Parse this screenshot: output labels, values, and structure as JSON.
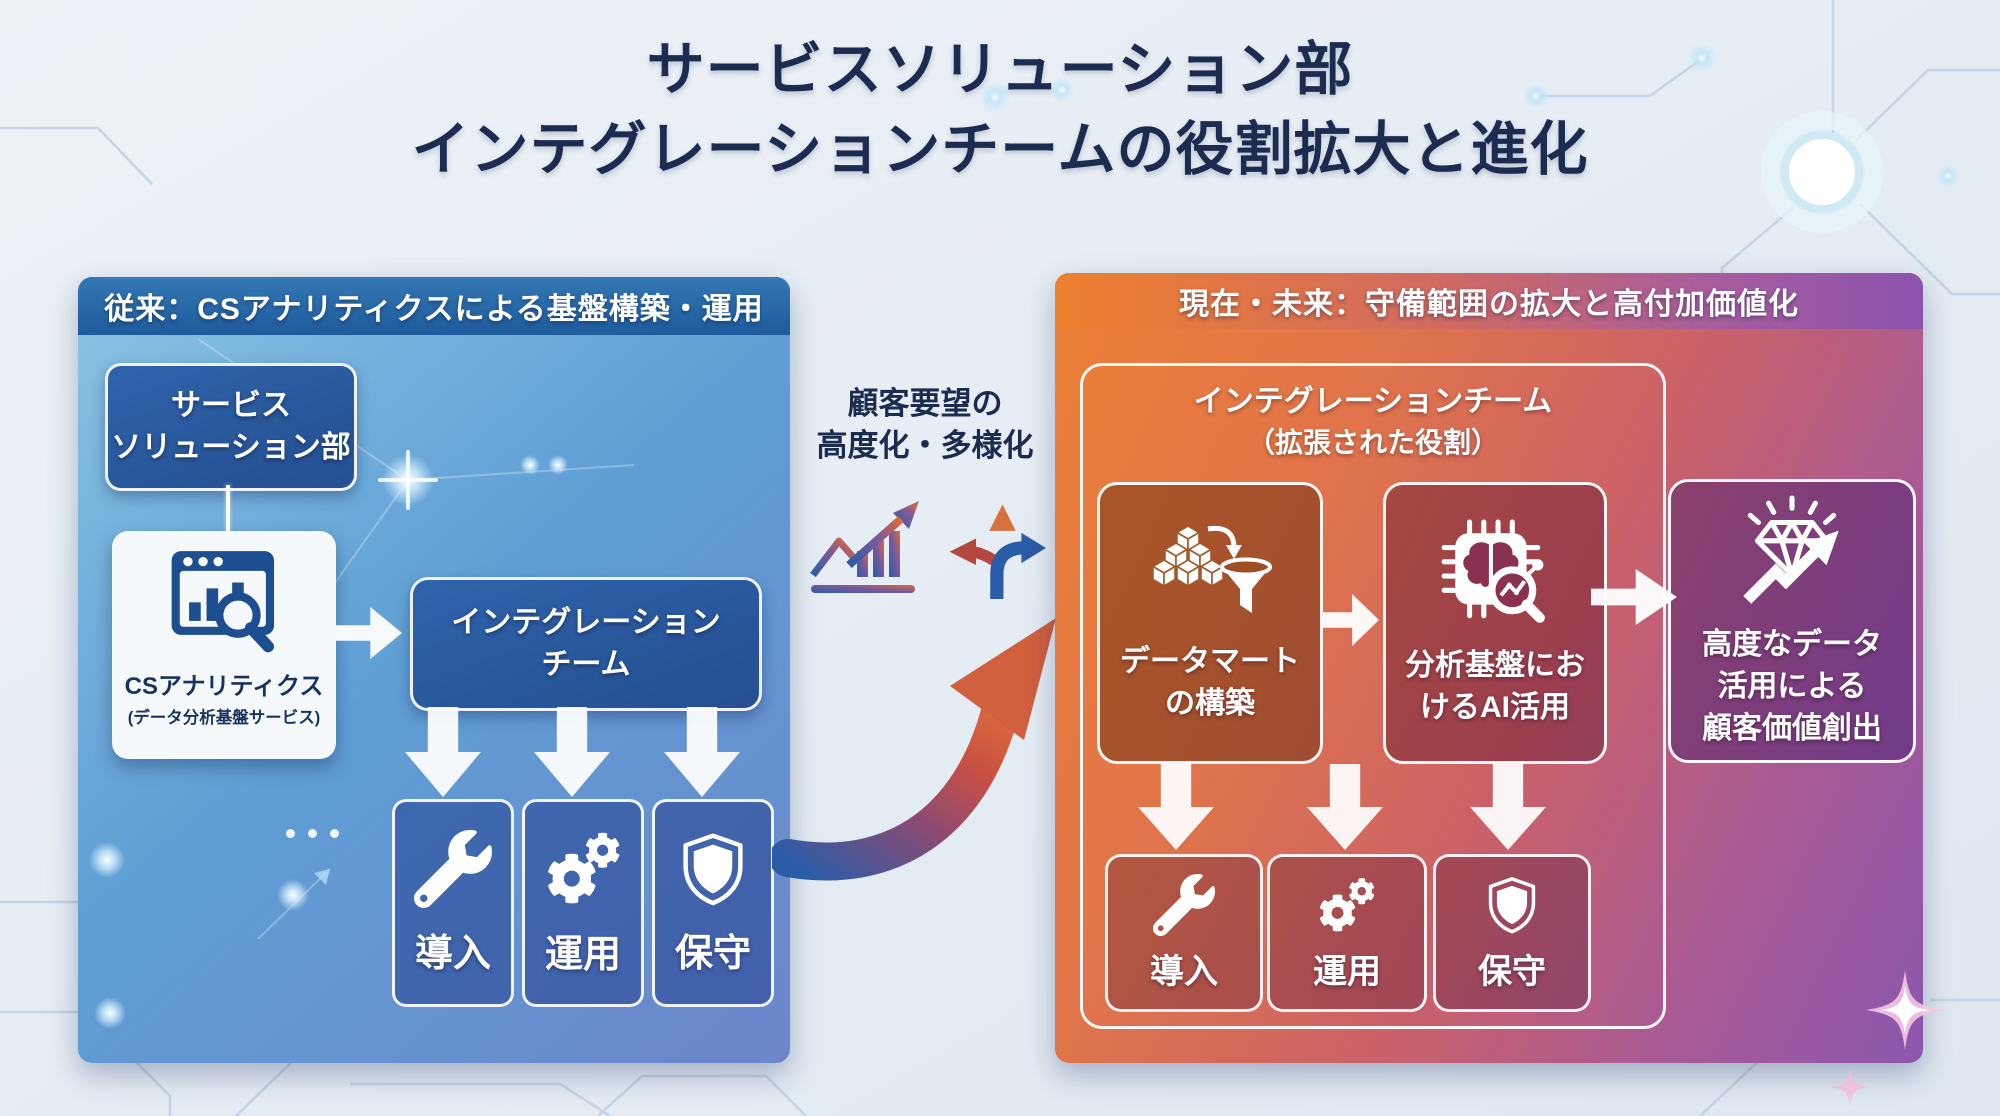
{
  "title": {
    "line1": "サービスソリューション部",
    "line2": "インテグレーションチームの役割拡大と進化"
  },
  "left_panel": {
    "header": "従来：CSアナリティクスによる基盤構築・運用",
    "dept_box": {
      "line1": "サービス",
      "line2": "ソリューション部"
    },
    "cs_box": {
      "name": "CSアナリティクス",
      "subtitle": "(データ分析基盤サービス)",
      "icon": "analytics-browser-icon"
    },
    "team_box": {
      "line1": "インテグレーション",
      "line2": "チーム"
    },
    "tasks": [
      {
        "label": "導入",
        "icon": "wrench-icon"
      },
      {
        "label": "運用",
        "icon": "gears-icon"
      },
      {
        "label": "保守",
        "icon": "shield-icon"
      }
    ]
  },
  "middle": {
    "caption_line1": "顧客要望の",
    "caption_line2": "高度化・多様化",
    "icons": [
      "growth-chart-icon",
      "branching-arrows-icon",
      "curved-growth-arrow"
    ]
  },
  "right_panel": {
    "header": "現在・未来：守備範囲の拡大と高付加価値化",
    "team_container": {
      "title_line1": "インテグレーションチーム",
      "title_line2": "（拡張された役割）"
    },
    "roles": [
      {
        "line1": "データマート",
        "line2": "の構築",
        "icon": "data-mart-cubes-funnel-icon"
      },
      {
        "line1": "分析基盤にお",
        "line2": "けるAI活用",
        "icon": "ai-chip-brain-icon"
      }
    ],
    "outcome_box": {
      "line1": "高度なデータ",
      "line2": "活用による",
      "line3": "顧客価値創出",
      "icon": "diamond-growth-icon"
    },
    "tasks": [
      {
        "label": "導入",
        "icon": "wrench-icon"
      },
      {
        "label": "運用",
        "icon": "gears-icon"
      },
      {
        "label": "保守",
        "icon": "shield-icon"
      }
    ]
  },
  "colors": {
    "title_text": "#1c2b50",
    "left_header_blue": "#24609f",
    "left_body_top": "#8ac3e3",
    "left_body_bottom": "#6c86cb",
    "box_navy": "#2a5a9e",
    "right_header_orange": "#ee802e",
    "right_header_purple": "#8c53ae",
    "right_body_orange": "#ec8136",
    "right_body_purple": "#8b57ae",
    "arrow_white": "#ffffff",
    "gradient_arrow_blue": "#2b5ca8",
    "gradient_arrow_orange": "#d96a3a"
  }
}
